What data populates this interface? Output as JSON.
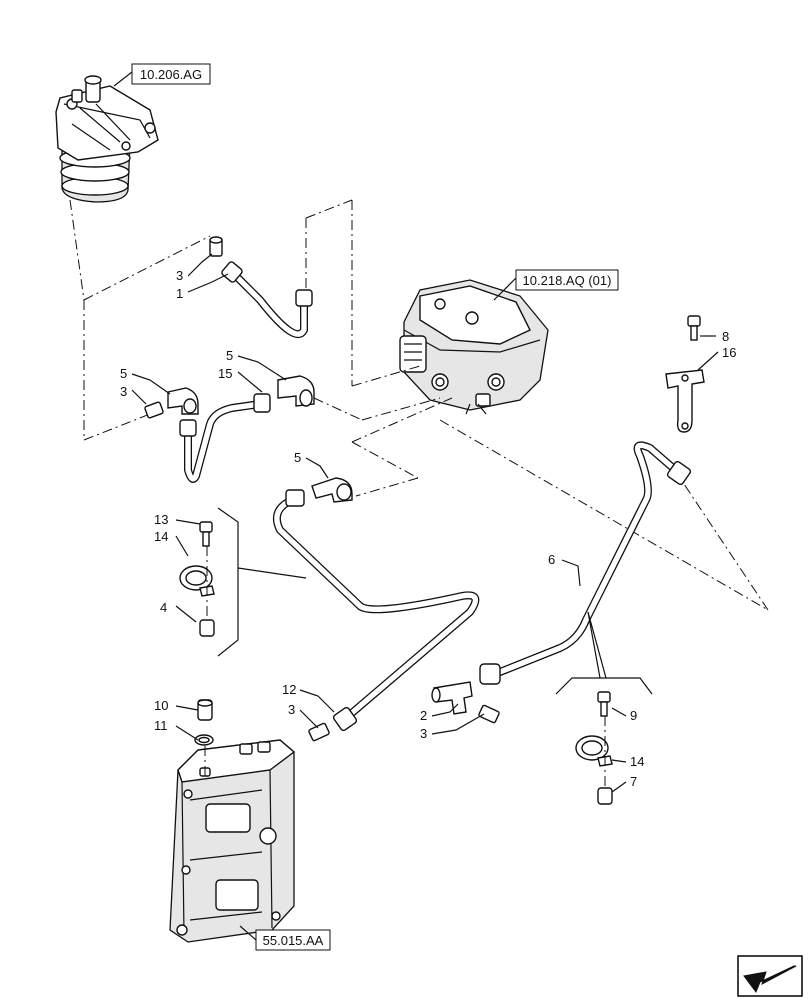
{
  "references": {
    "filter": "10.206.AG",
    "pump": "10.218.AQ (01)",
    "module": "55.015.AA"
  },
  "callouts": [
    {
      "id": "c3a",
      "label": "3"
    },
    {
      "id": "c1",
      "label": "1"
    },
    {
      "id": "c5a",
      "label": "5"
    },
    {
      "id": "c3b",
      "label": "3"
    },
    {
      "id": "c5b",
      "label": "5"
    },
    {
      "id": "c15",
      "label": "15"
    },
    {
      "id": "c5c",
      "label": "5"
    },
    {
      "id": "c13",
      "label": "13"
    },
    {
      "id": "c14a",
      "label": "14"
    },
    {
      "id": "c4",
      "label": "4"
    },
    {
      "id": "c8",
      "label": "8"
    },
    {
      "id": "c16",
      "label": "16"
    },
    {
      "id": "c6",
      "label": "6"
    },
    {
      "id": "c10",
      "label": "10"
    },
    {
      "id": "c11",
      "label": "11"
    },
    {
      "id": "c12",
      "label": "12"
    },
    {
      "id": "c3c",
      "label": "3"
    },
    {
      "id": "c2",
      "label": "2"
    },
    {
      "id": "c3d",
      "label": "3"
    },
    {
      "id": "c9",
      "label": "9"
    },
    {
      "id": "c14b",
      "label": "14"
    },
    {
      "id": "c7",
      "label": "7"
    }
  ],
  "icons": {
    "nav": "back-arrow-icon"
  }
}
